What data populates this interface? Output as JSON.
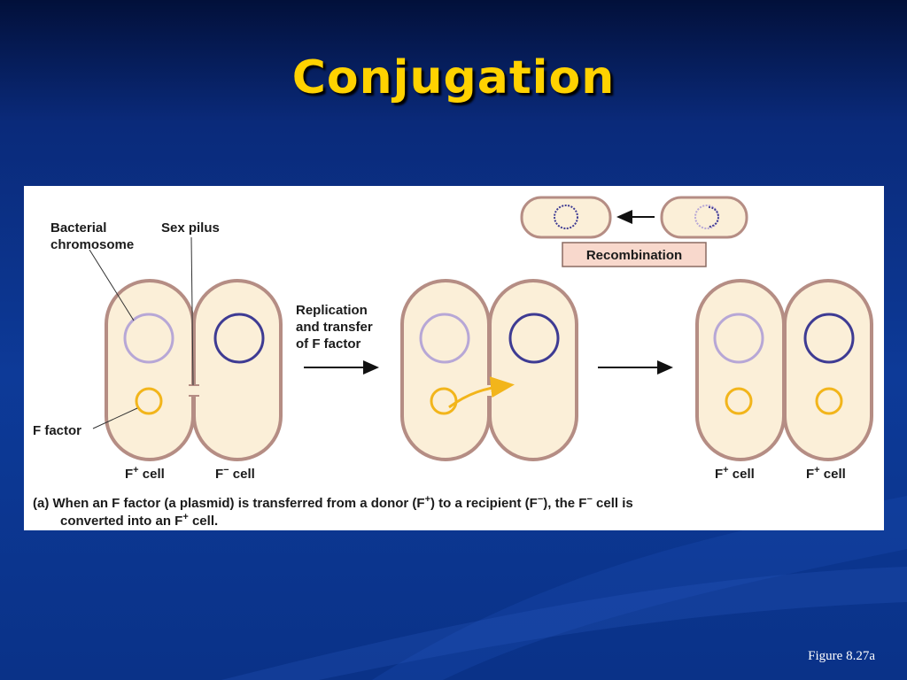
{
  "slide": {
    "title": "Conjugation",
    "figure_ref": "Figure 8.27a"
  },
  "diagram": {
    "labels": {
      "bacterial_chromosome_line1": "Bacterial",
      "bacterial_chromosome_line2": "chromosome",
      "sex_pilus": "Sex pilus",
      "f_factor": "F factor",
      "replication_line1": "Replication",
      "replication_line2": "and transfer",
      "replication_line3": "of F factor",
      "recombination": "Recombination"
    },
    "cell_labels": {
      "donor_letter": "F",
      "donor_sign": "+",
      "recipient_letter": "F",
      "recipient_sign": "−",
      "suffix": " cell",
      "result_left_letter": "F",
      "result_left_sign": "+",
      "result_right_letter": "F",
      "result_right_sign": "+"
    },
    "caption": {
      "part": "(a)",
      "line1_a": " When an F factor (a plasmid) is transferred from a donor (F",
      "plus": "+",
      "line1_b": ") to a recipient (F",
      "minus": "−",
      "line1_c": "), the F",
      "line1_d": " cell is",
      "line2_a": "converted into an F",
      "line2_b": " cell."
    },
    "colors": {
      "cell_fill": "#fbefd8",
      "cell_border": "#b58d84",
      "donor_chromosome": "#b7a7d6",
      "recipient_chromosome": "#3e3b93",
      "f_factor": "#f2b51b",
      "recombination_box": "#f8d8cc"
    }
  }
}
